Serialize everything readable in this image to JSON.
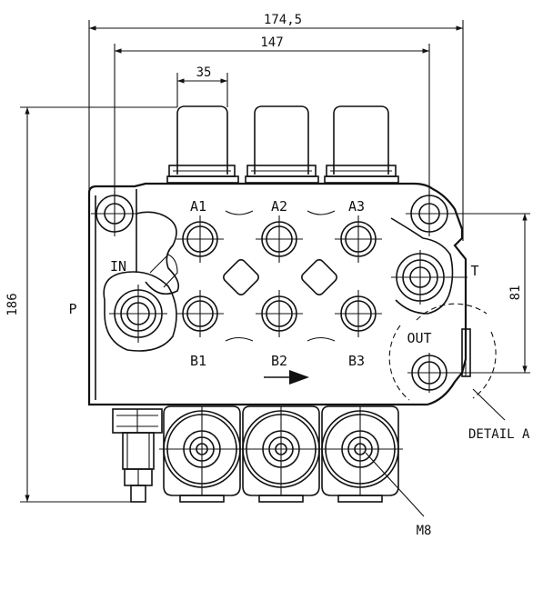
{
  "dimensions": {
    "overall_width": "174,5",
    "inner_width": "147",
    "lever_pitch": "35",
    "height": "186",
    "port_distance": "81"
  },
  "ports": {
    "a1": "A1",
    "a2": "A2",
    "a3": "A3",
    "b1": "B1",
    "b2": "B2",
    "b3": "B3",
    "inlet": "IN",
    "pressure": "P",
    "tank": "T",
    "outlet": "OUT"
  },
  "callouts": {
    "detail": "DETAIL A",
    "thread": "M8"
  }
}
